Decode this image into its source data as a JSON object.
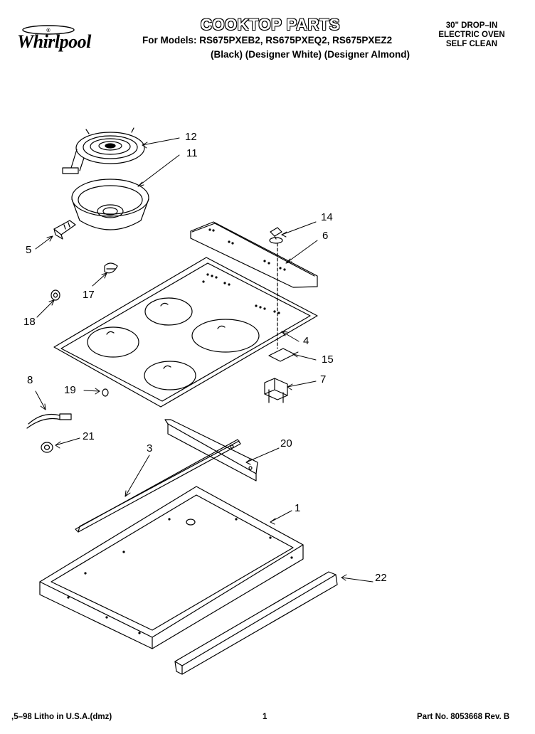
{
  "header": {
    "brand": "Whirlpool",
    "title": "COOKTOP PARTS",
    "models_line": "For Models: RS675PXEB2, RS675PXEQ2, RS675PXEZ2",
    "variants_line": "(Black) (Designer White) (Designer Almond)",
    "product_line1": "30\" DROP–IN",
    "product_line2": "ELECTRIC OVEN",
    "product_line3": "SELF CLEAN"
  },
  "callouts": {
    "c12": "12",
    "c11": "11",
    "c5": "5",
    "c14": "14",
    "c6": "6",
    "c17": "17",
    "c18": "18",
    "c4": "4",
    "c15": "15",
    "c7": "7",
    "c8": "8",
    "c19": "19",
    "c21": "21",
    "c3": "3",
    "c20": "20",
    "c1": "1",
    "c22": "22"
  },
  "footer": {
    "litho": ",5–98 Litho in U.S.A.(dmz)",
    "page": "1",
    "part_no": "Part No. 8053668 Rev. B"
  }
}
